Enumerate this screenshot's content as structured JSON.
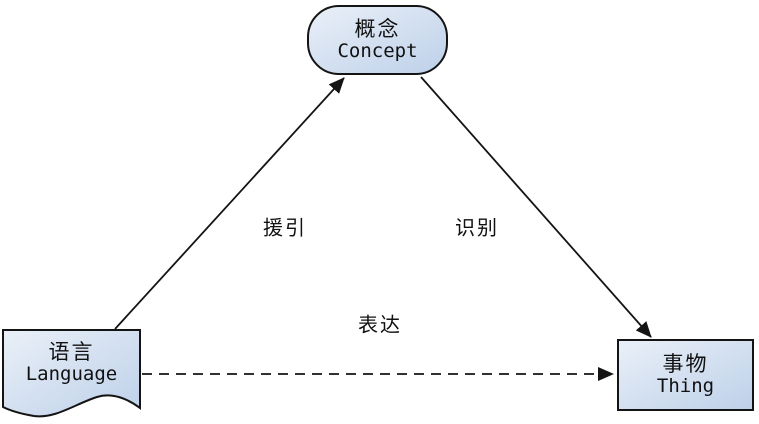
{
  "diagram": {
    "name": "semantic-triangle",
    "nodes": [
      {
        "id": "concept",
        "zh": "概念",
        "en": "Concept",
        "shape": "stadium"
      },
      {
        "id": "language",
        "zh": "语言",
        "en": "Language",
        "shape": "document"
      },
      {
        "id": "thing",
        "zh": "事物",
        "en": "Thing",
        "shape": "rectangle"
      }
    ],
    "edges": [
      {
        "from": "language",
        "to": "concept",
        "label": "援引",
        "style": "solid"
      },
      {
        "from": "concept",
        "to": "thing",
        "label": "识别",
        "style": "solid"
      },
      {
        "from": "language",
        "to": "thing",
        "label": "表达",
        "style": "dashed"
      }
    ],
    "colors": {
      "node_fill_light": "#eaf0f8",
      "node_fill_dark": "#bdd0e9",
      "stroke": "#141414",
      "background": "#ffffff"
    }
  }
}
